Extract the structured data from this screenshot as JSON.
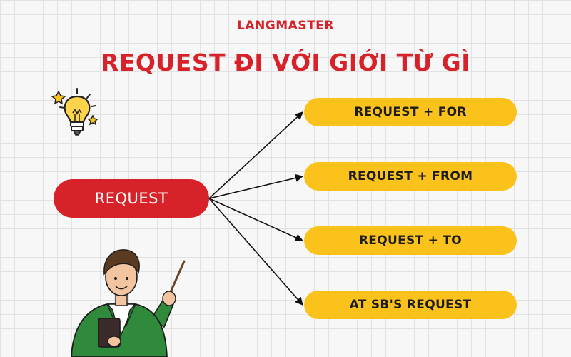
{
  "header": {
    "brand": "LANGMASTER",
    "title": "REQUEST ĐI VỚI GIỚI TỪ GÌ"
  },
  "diagram": {
    "center": "REQUEST",
    "branches": [
      "REQUEST + FOR",
      "REQUEST + FROM",
      "REQUEST + TO",
      "AT SB'S REQUEST"
    ]
  },
  "colors": {
    "brand_red": "#d8222a",
    "branch_yellow": "#fbc21b",
    "jacket_green": "#2f8a3b"
  },
  "icons": [
    "lightbulb-icon",
    "teacher-illustration"
  ]
}
